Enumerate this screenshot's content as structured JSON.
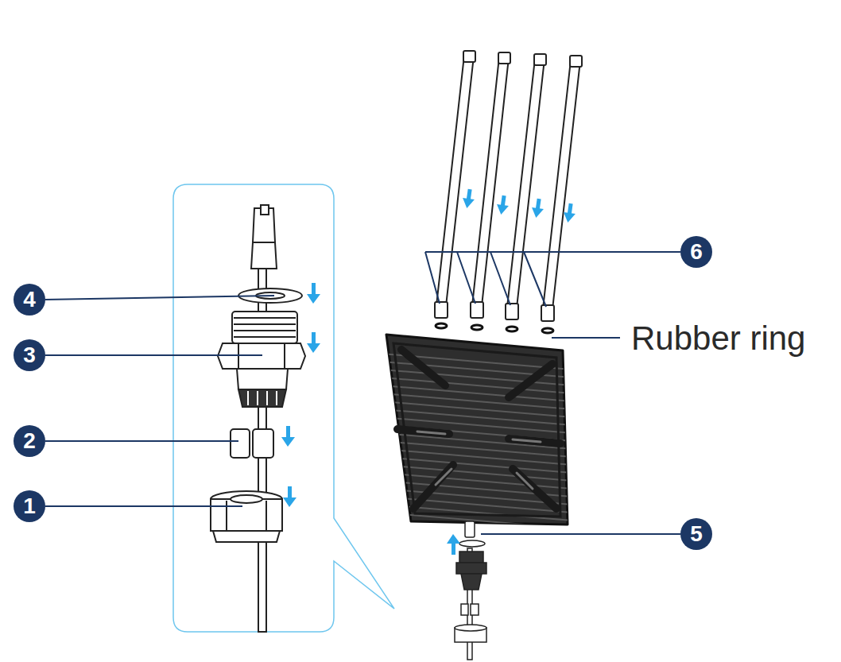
{
  "diagram": {
    "labels": [
      "4",
      "3",
      "2",
      "1",
      "6",
      "Rubber ring",
      "5"
    ]
  }
}
